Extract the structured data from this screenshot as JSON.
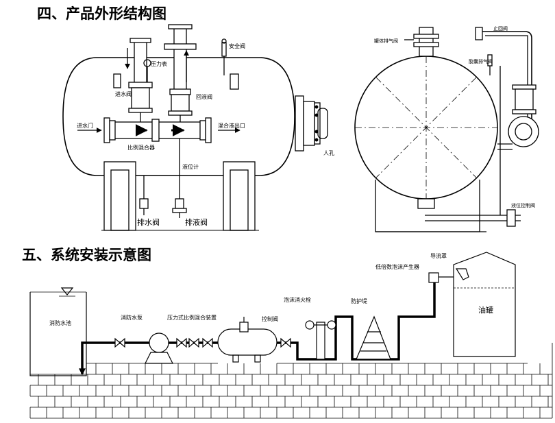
{
  "section4": {
    "title": "四、产品外形结构图"
  },
  "section5": {
    "title": "五、系统安装示意图"
  },
  "front_view": {
    "inlet": "进水门",
    "water_in_valve": "进水阀",
    "pressure_gauge": "压力表",
    "safety_valve": "安全阀",
    "return_valve": "回液阀",
    "mix_outlet": "混合液出口",
    "proportioner": "比例混合器",
    "level_gauge": "液位计",
    "drain_water_valve": "排水阀",
    "drain_liquid_valve": "排液阀",
    "manhole": "人孔"
  },
  "side_view": {
    "tank_vent_valve": "罐体排气阀",
    "stop_return_valve": "止回阀",
    "bag_vent_valve": "胶囊排气阀",
    "level_control_valve": "液位控制阀"
  },
  "system": {
    "pool": "消防水池",
    "pump": "消防水泵",
    "device": "压力式比例混合装置",
    "control_valve": "控制阀",
    "hydrant": "泡沫消火栓",
    "dike": "防护堤",
    "hood": "导流罩",
    "generator": "低倍数泡沫产生器",
    "tank": "油罐"
  }
}
